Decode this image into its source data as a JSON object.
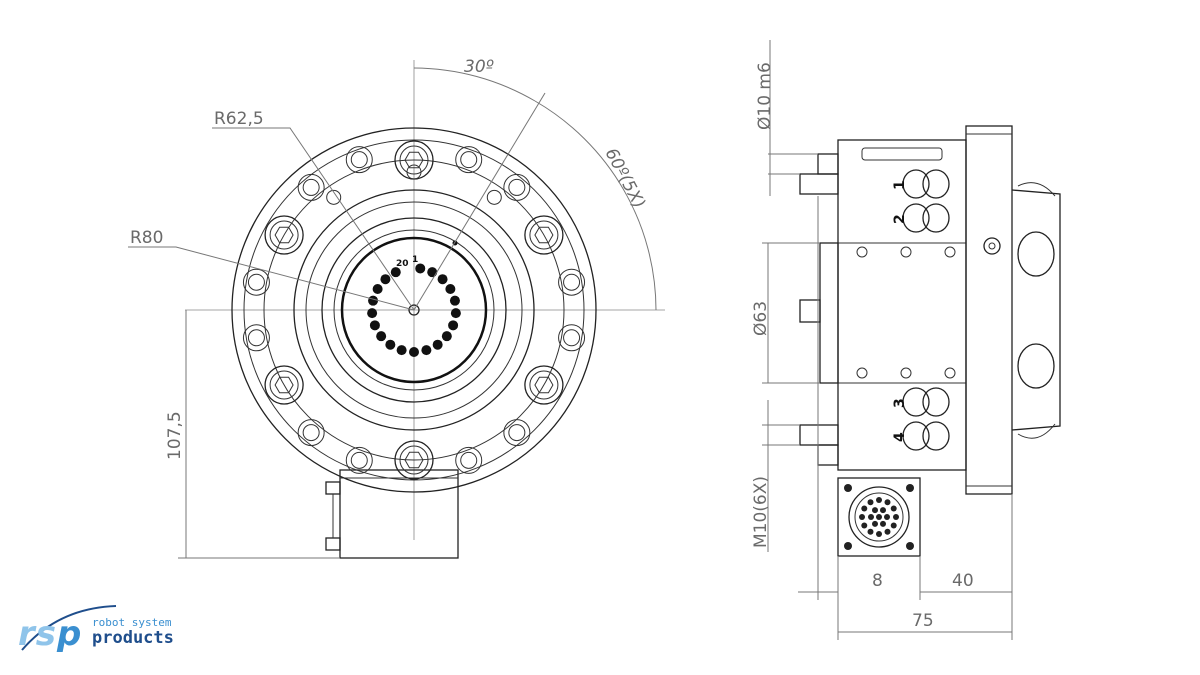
{
  "front_view": {
    "angle_label": "30º",
    "angle_pattern_label": "60º(5X)",
    "radius_inner_label": "R62,5",
    "radius_outer_label": "R80",
    "height_label": "107,5",
    "pin_label_first": "1",
    "pin_label_last": "20"
  },
  "side_view": {
    "shaft_label": "Ø10 m6",
    "pilot_label": "Ø63",
    "thread_label": "M10(6X)",
    "dim_8": "8",
    "dim_40": "40",
    "dim_75": "75",
    "port_labels": [
      "1",
      "2",
      "3",
      "4"
    ]
  },
  "logo": {
    "mark": "rsp",
    "line1": "robot system",
    "line2": "products"
  },
  "colors": {
    "ink": "#222222",
    "dimension": "#6a6a6a",
    "logo_light_blue": "#8fc4ea",
    "logo_blue": "#3a8fd0",
    "logo_dark_blue": "#1f4e8c"
  }
}
